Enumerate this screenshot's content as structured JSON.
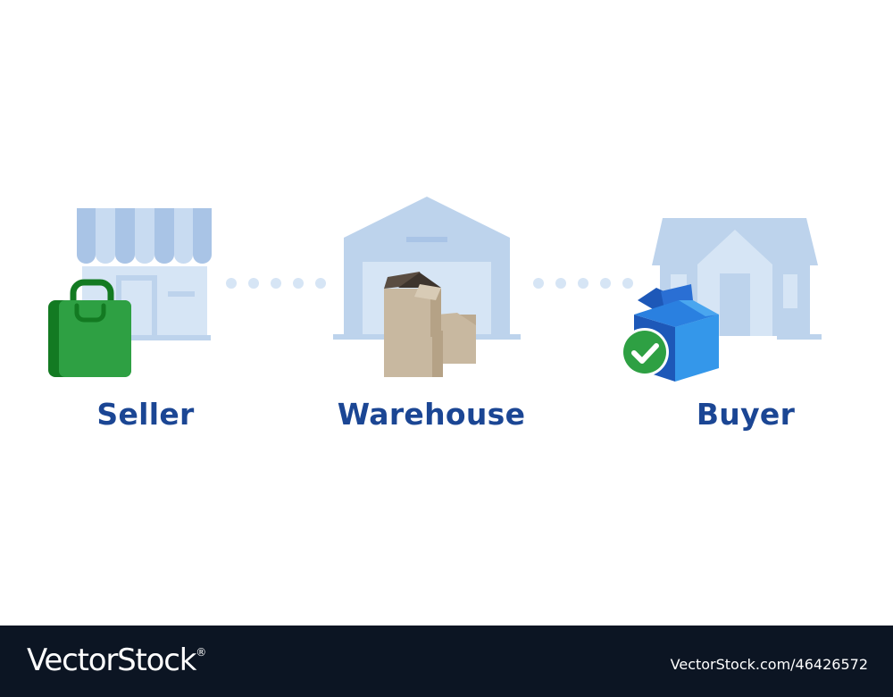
{
  "nodes": [
    {
      "id": "seller",
      "label": "Seller",
      "icon": "store-with-shopping-bag-icon"
    },
    {
      "id": "warehouse",
      "label": "Warehouse",
      "icon": "warehouse-with-boxes-icon"
    },
    {
      "id": "buyer",
      "label": "Buyer",
      "icon": "house-with-delivered-box-icon"
    }
  ],
  "connectors": [
    {
      "from": "seller",
      "to": "warehouse",
      "style": "dotted"
    },
    {
      "from": "warehouse",
      "to": "buyer",
      "style": "dotted"
    }
  ],
  "colors": {
    "building": "#bdd3ec",
    "building_light": "#d6e5f5",
    "label": "#1b4694",
    "bag": "#2ea043",
    "bag_dark": "#137a22",
    "cardboard": "#c8b8a0",
    "box_blue": "#3497ea",
    "box_blue_dark": "#1d58b8",
    "check": "#2ea043",
    "footer_bg": "#0c1523"
  },
  "footer": {
    "brand": "VectorStock",
    "registered": "®",
    "image_id": "VectorStock.com/46426572"
  }
}
